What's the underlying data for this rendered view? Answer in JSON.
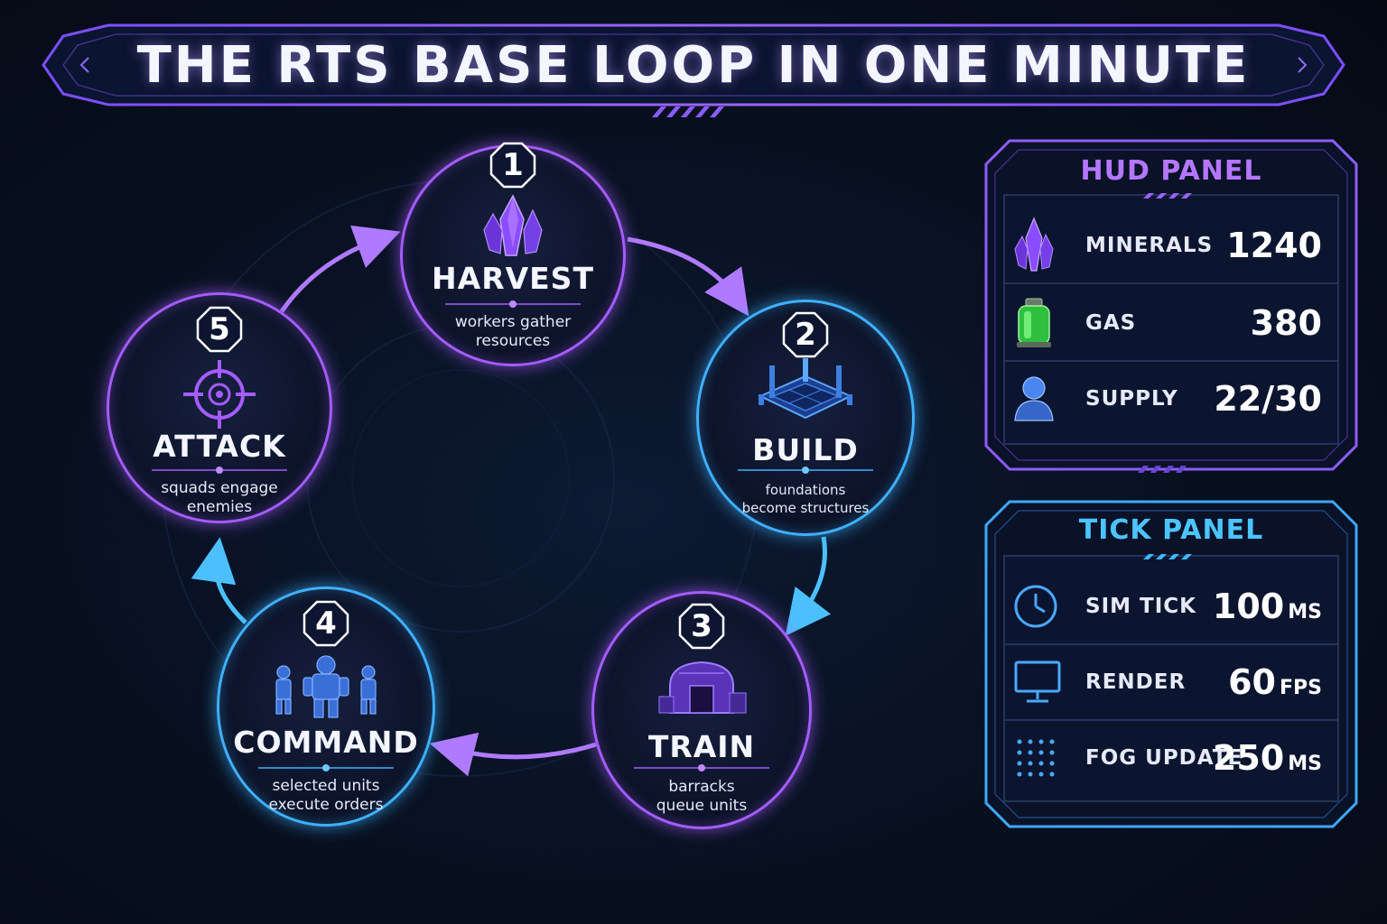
{
  "title": "THE RTS BASE LOOP IN ONE MINUTE",
  "steps": [
    {
      "number": "1",
      "label": "HARVEST",
      "desc_line1": "workers gather",
      "desc_line2": "resources",
      "icon": "crystal-icon",
      "color": "#a55cff"
    },
    {
      "number": "2",
      "label": "BUILD",
      "desc_line1": "foundations",
      "desc_line2": "become structures",
      "icon": "foundation-icon",
      "color": "#3fb0ff"
    },
    {
      "number": "3",
      "label": "TRAIN",
      "desc_line1": "barracks",
      "desc_line2": "queue units",
      "icon": "barracks-icon",
      "color": "#a55cff"
    },
    {
      "number": "4",
      "label": "COMMAND",
      "desc_line1": "selected units",
      "desc_line2": "execute orders",
      "icon": "squad-icon",
      "color": "#3fb0ff"
    },
    {
      "number": "5",
      "label": "ATTACK",
      "desc_line1": "squads engage",
      "desc_line2": "enemies",
      "icon": "crosshair-icon",
      "color": "#a55cff"
    }
  ],
  "hud_panel": {
    "title": "HUD PANEL",
    "accent": "#b070ff",
    "rows": [
      {
        "icon": "mineral-crystal-icon",
        "label": "MINERALS",
        "value": "1240"
      },
      {
        "icon": "gas-canister-icon",
        "label": "GAS",
        "value": "380"
      },
      {
        "icon": "supply-person-icon",
        "label": "SUPPLY",
        "value": "22/30"
      }
    ]
  },
  "tick_panel": {
    "title": "TICK PANEL",
    "accent": "#3fb8ff",
    "rows": [
      {
        "icon": "clock-icon",
        "label": "SIM TICK",
        "value": "100",
        "unit": "MS"
      },
      {
        "icon": "monitor-icon",
        "label": "RENDER",
        "value": "60",
        "unit": "FPS"
      },
      {
        "icon": "fog-dots-icon",
        "label": "FOG UPDATE",
        "value": "250",
        "unit": "MS"
      }
    ]
  }
}
